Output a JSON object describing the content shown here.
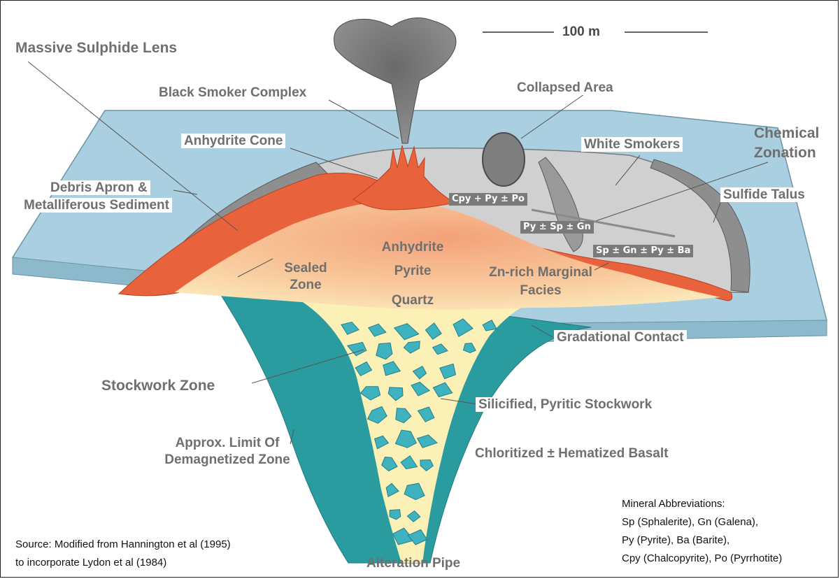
{
  "scale": {
    "label": "100 m"
  },
  "labels": {
    "massive_sulphide_lens": "Massive Sulphide Lens",
    "black_smoker_complex": "Black Smoker Complex",
    "collapsed_area": "Collapsed Area",
    "chemical_zonation_1": "Chemical",
    "chemical_zonation_2": "Zonation",
    "anhydrite_cone": "Anhydrite Cone",
    "white_smokers": "White Smokers",
    "sulfide_talus": "Sulfide Talus",
    "debris_apron_1": "Debris Apron &",
    "debris_apron_2": "Metalliferous Sediment",
    "sealed_zone_1": "Sealed",
    "sealed_zone_2": "Zone",
    "core_1": "Anhydrite",
    "core_2": "Pyrite",
    "core_3": "Quartz",
    "zn_rich_1": "Zn-rich Marginal",
    "zn_rich_2": "Facies",
    "gradational_contact": "Gradational Contact",
    "stockwork_zone": "Stockwork Zone",
    "silicified_stockwork": "Silicified, Pyritic Stockwork",
    "approx_limit_1": "Approx. Limit Of",
    "approx_limit_2": "Demagnetized Zone",
    "chloritized_basalt": "Chloritized ± Hematized Basalt",
    "alteration_pipe": "Alteration Pipe"
  },
  "zonation": {
    "z1": "Cpy + Py ± Po",
    "z2": "Py ± Sp ± Gn",
    "z3": "Sp ± Gn ± Py ± Ba"
  },
  "source": {
    "line1": "Source: Modified from Hannington et al (1995)",
    "line2": "to incorporate Lydon et al (1984)"
  },
  "abbreviations": {
    "title": "Mineral Abbreviations:",
    "line1": "Sp (Sphalerite), Gn (Galena),",
    "line2": "Py (Pyrite), Ba (Barite),",
    "line3": "Cpy (Chalcopyrite), Po (Pyrrhotite)"
  },
  "colors": {
    "seafloor": "#a9cfe0",
    "mound_grey": "#c9c9c9",
    "debris_grey": "#8e8e8e",
    "sulfide_red": "#e8623c",
    "core_orange": "#f6b98a",
    "pipe_teal": "#2a9c9f",
    "stockwork_yellow": "#fbf0b6",
    "fragment_teal": "#3fb2c0",
    "label_grey": "#6f6f6f"
  }
}
